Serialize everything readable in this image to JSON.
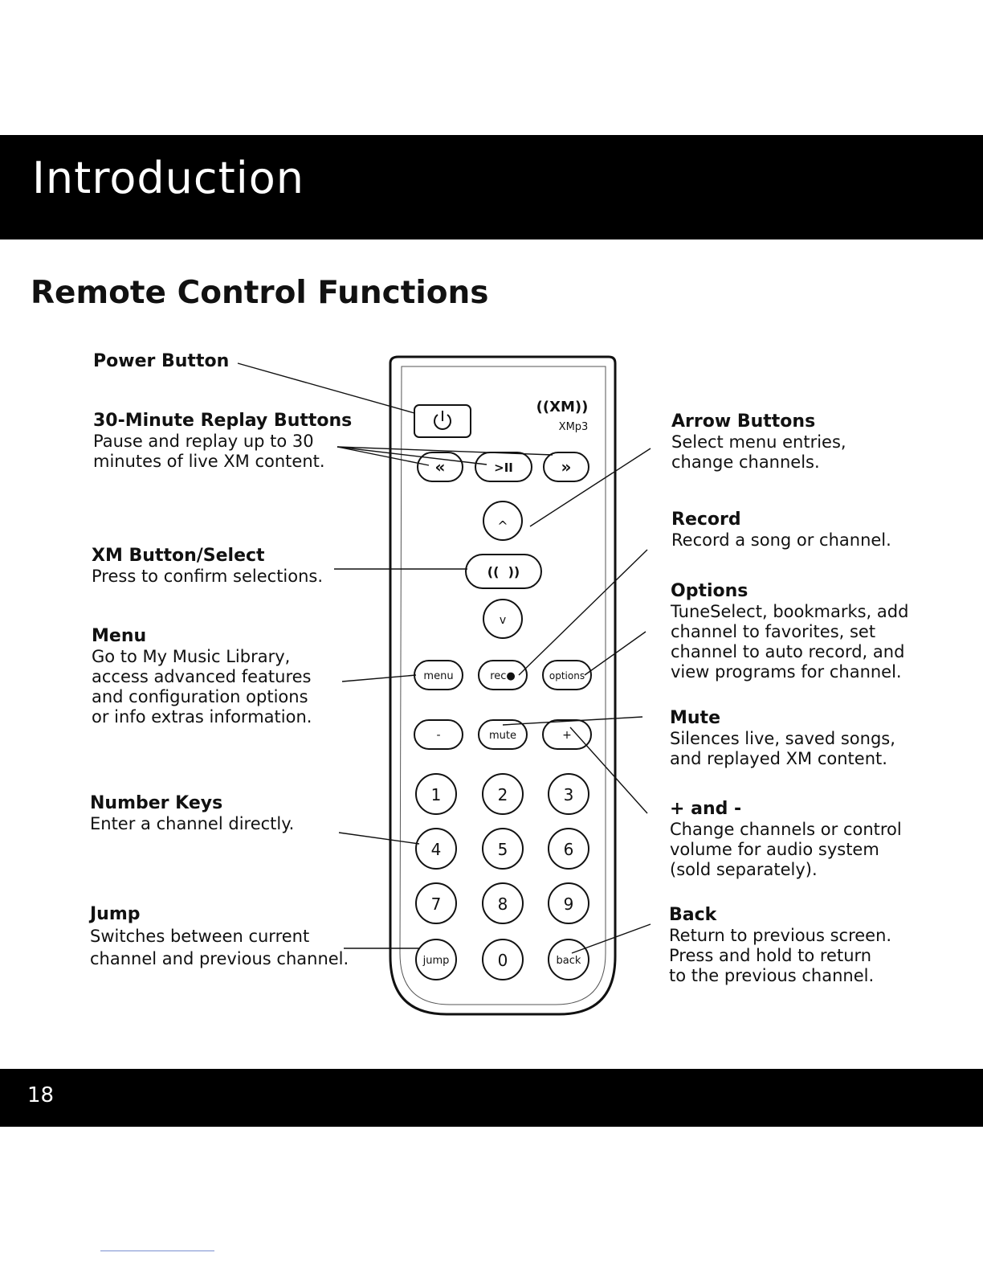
{
  "header": {
    "title": "Introduction"
  },
  "section": {
    "title": "Remote Control Functions"
  },
  "left_callouts": {
    "power": {
      "head": "Power Button"
    },
    "replay": {
      "head": "30-Minute Replay Buttons",
      "body": [
        "Pause and replay up to 30",
        "minutes of live XM content."
      ]
    },
    "xm": {
      "head": "XM Button/Select",
      "body": [
        "Press to confirm selections."
      ]
    },
    "menu": {
      "head": "Menu",
      "body": [
        "Go to My Music Library,",
        "access advanced features",
        "and configuration options",
        "or info extras information."
      ]
    },
    "numbers": {
      "head": "Number Keys",
      "body": [
        "Enter a channel directly."
      ]
    },
    "jump": {
      "head": "Jump",
      "body": [
        "Switches between current",
        "channel and previous channel."
      ]
    }
  },
  "right_callouts": {
    "arrows": {
      "head": "Arrow Buttons",
      "body": [
        "Select menu entries,",
        "change channels."
      ]
    },
    "record": {
      "head": "Record",
      "body": [
        "Record a song or channel."
      ]
    },
    "options": {
      "head": "Options",
      "body": [
        "TuneSelect, bookmarks, add",
        "channel to favorites, set",
        "channel to auto record, and",
        "view programs for channel."
      ]
    },
    "mute": {
      "head": "Mute",
      "body": [
        "Silences live, saved songs,",
        "and replayed XM content."
      ]
    },
    "plusminus": {
      "head": "+ and -",
      "body": [
        "Change channels or control",
        "volume for audio system",
        "(sold separately)."
      ]
    },
    "back": {
      "head": "Back",
      "body": [
        "Return to previous screen.",
        "Press and hold to return",
        "to the previous channel."
      ]
    }
  },
  "remote": {
    "brand_logo": "((XM))",
    "model": "XMp3",
    "power_icon": "power-icon",
    "rewind_glyph": "«",
    "play_pause_glyph": ">II",
    "forward_glyph": "»",
    "up_glyph": "^",
    "down_glyph": "v",
    "xm_glyph": "((  ))",
    "menu_label": "menu",
    "rec_label": "rec●",
    "options_label": "options",
    "minus_label": "-",
    "mute_label": "mute",
    "plus_label": "+",
    "keys": [
      "1",
      "2",
      "3",
      "4",
      "5",
      "6",
      "7",
      "8",
      "9"
    ],
    "jump_label": "jump",
    "zero_label": "0",
    "back_label": "back"
  },
  "footer": {
    "page_number": "18"
  },
  "colors": {
    "banner": "#000000",
    "text": "#111111",
    "page": "#ffffff"
  }
}
